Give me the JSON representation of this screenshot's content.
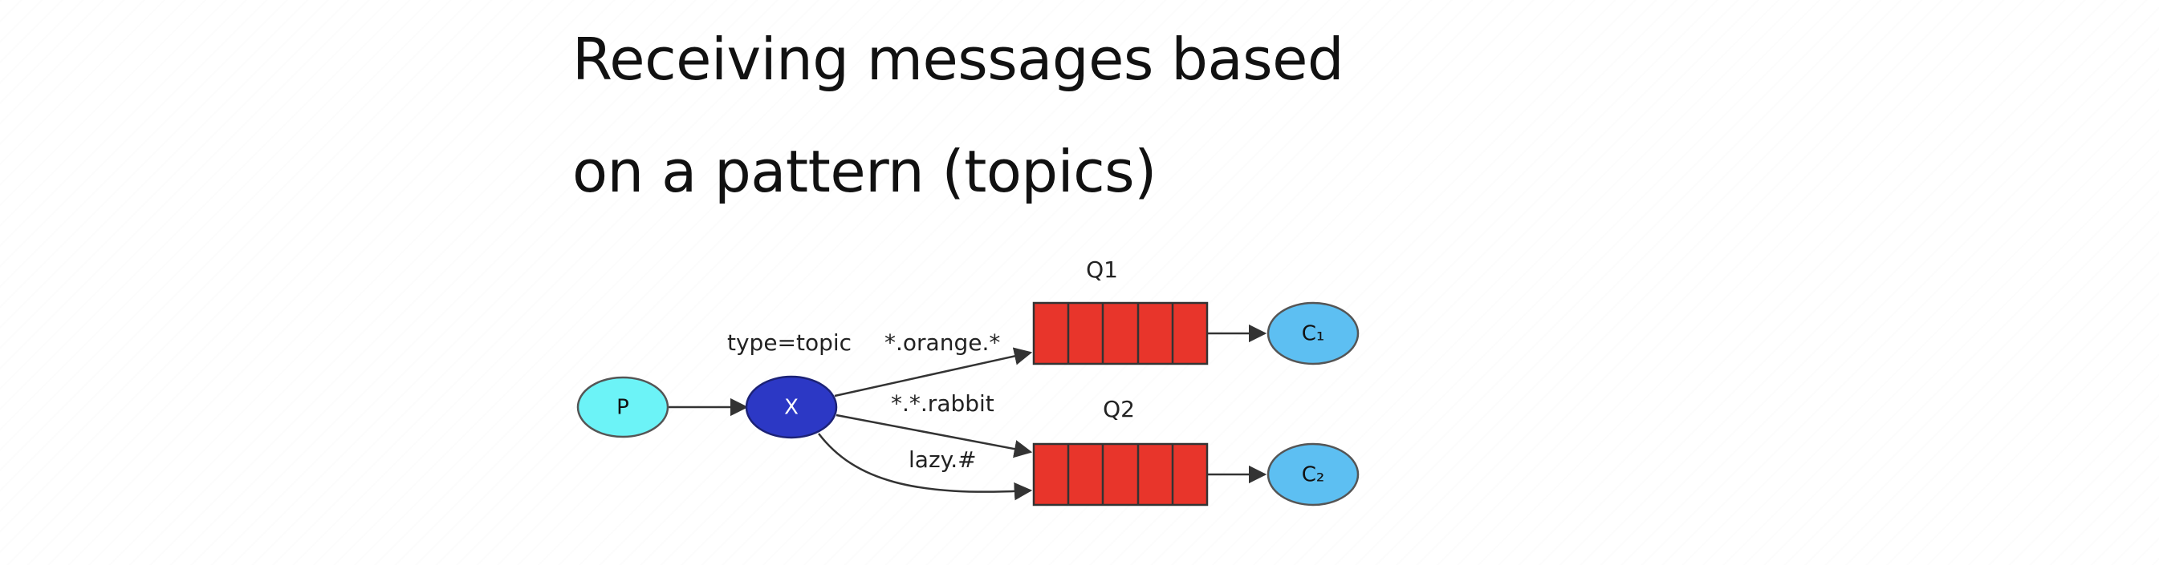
{
  "title": {
    "line1": "Receiving messages based",
    "line2": "on a pattern (topics)"
  },
  "diagram": {
    "producer": "P",
    "exchange": "X",
    "exchange_type": "type=topic",
    "queues": [
      {
        "name": "Q1",
        "binding": "*.orange.*",
        "consumer": "C₁"
      },
      {
        "name": "Q2",
        "binding": "*.*.rabbit",
        "binding2": "lazy.#",
        "consumer": "C₂"
      }
    ]
  },
  "colors": {
    "producer_fill": "#6cf3f7",
    "exchange_fill": "#2c38c5",
    "queue_fill": "#e8352b",
    "consumer_fill": "#5dbff2",
    "edge": "#333333"
  }
}
